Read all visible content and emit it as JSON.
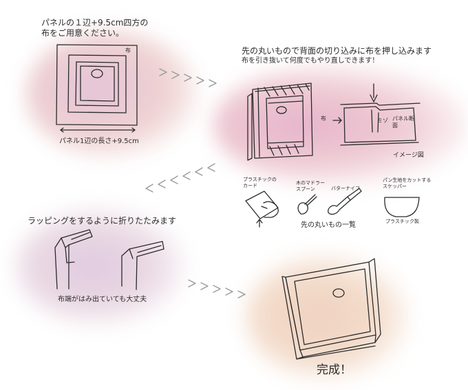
{
  "colors": {
    "pink": "#e7b8cc",
    "lavender": "#d7c3dd",
    "peach": "#f1d6c4",
    "cream": "#f4e4cc",
    "ink": "#2a2a2a",
    "arrow": "#9a9a9a"
  },
  "step1": {
    "title_line1": "パネルの１辺+9.5cm四方の",
    "title_line2": "布をご用意ください。",
    "cloth_label": "布",
    "dimension_label": "パネル1辺の長さ+9.5cm"
  },
  "step2": {
    "title": "先の丸いもので背面の切り込みに布を押し込みます",
    "subtitle": "布を引き抜いて何度でもやり直しできます！",
    "cloth_label": "布",
    "slit_label": "ミゾ",
    "panel_section_label": "パネル断面",
    "image_note": "イメージ図"
  },
  "tools": {
    "plastic_card": "プラスチックのカード",
    "wood_spoon": "木のマドラースプーン",
    "butter_knife": "バターナイフ",
    "scraper": "パン生地をカットするスケッパー",
    "scraper_note": "プラスチック製",
    "caption": "先の丸いもの一覧"
  },
  "step3": {
    "title": "ラッピングをするように折りたたみます",
    "note": "布端がはみ出ていても大丈夫"
  },
  "step4": {
    "done": "完成！"
  },
  "icons": [
    "arrow-chevrons-icon"
  ]
}
